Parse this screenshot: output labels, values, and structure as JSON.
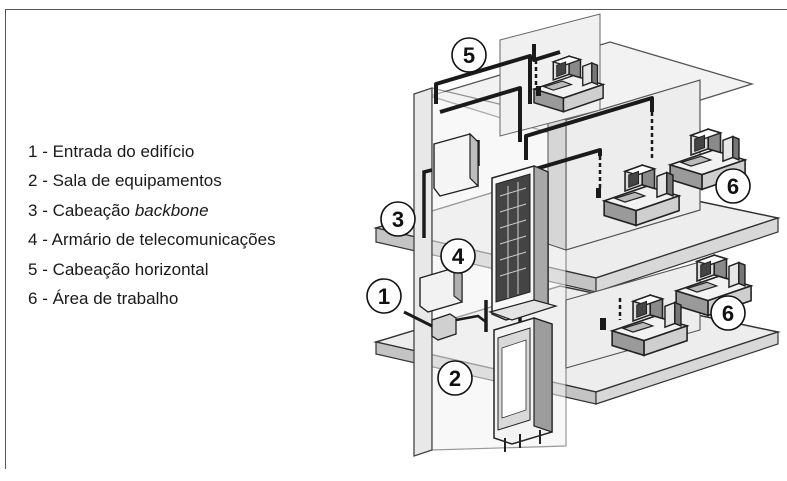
{
  "legend": [
    {
      "num": "1",
      "sep": " - ",
      "text": "Entrada do edifício",
      "italic": ""
    },
    {
      "num": "2",
      "sep": " - ",
      "text": "Sala de equipamentos",
      "italic": ""
    },
    {
      "num": "3",
      "sep": " - ",
      "text": "Cabeação ",
      "italic": "backbone"
    },
    {
      "num": "4",
      "sep": " - ",
      "text": "Armário de telecomunicações",
      "italic": ""
    },
    {
      "num": "5",
      "sep": " - ",
      "text": "Cabeação horizontal",
      "italic": ""
    },
    {
      "num": "6",
      "sep": " - ",
      "text": "Área de trabalho",
      "italic": ""
    }
  ],
  "callouts": {
    "c1": "1",
    "c2": "2",
    "c3": "3",
    "c4": "4",
    "c5": "5",
    "c6a": "6",
    "c6b": "6"
  }
}
